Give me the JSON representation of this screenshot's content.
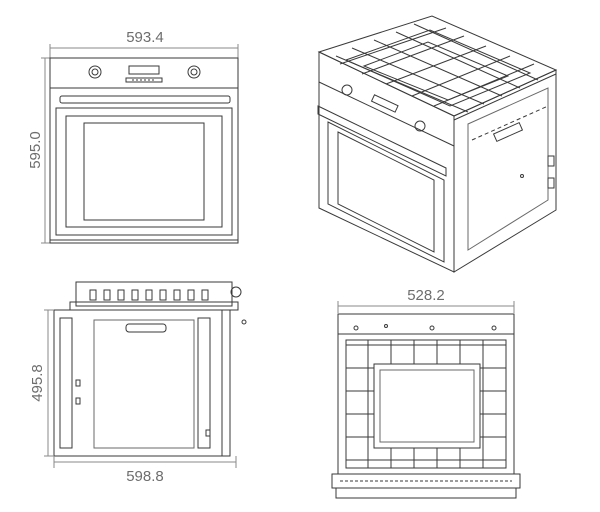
{
  "dimensions": {
    "front_width": "593.4",
    "front_height": "595.0",
    "side_height": "495.8",
    "side_depth": "598.8",
    "top_width": "528.2"
  },
  "colors": {
    "line": "#3a3a3a",
    "dim_line": "#8a8a8a",
    "dim_text": "#6d6d6d",
    "background": "#ffffff"
  }
}
